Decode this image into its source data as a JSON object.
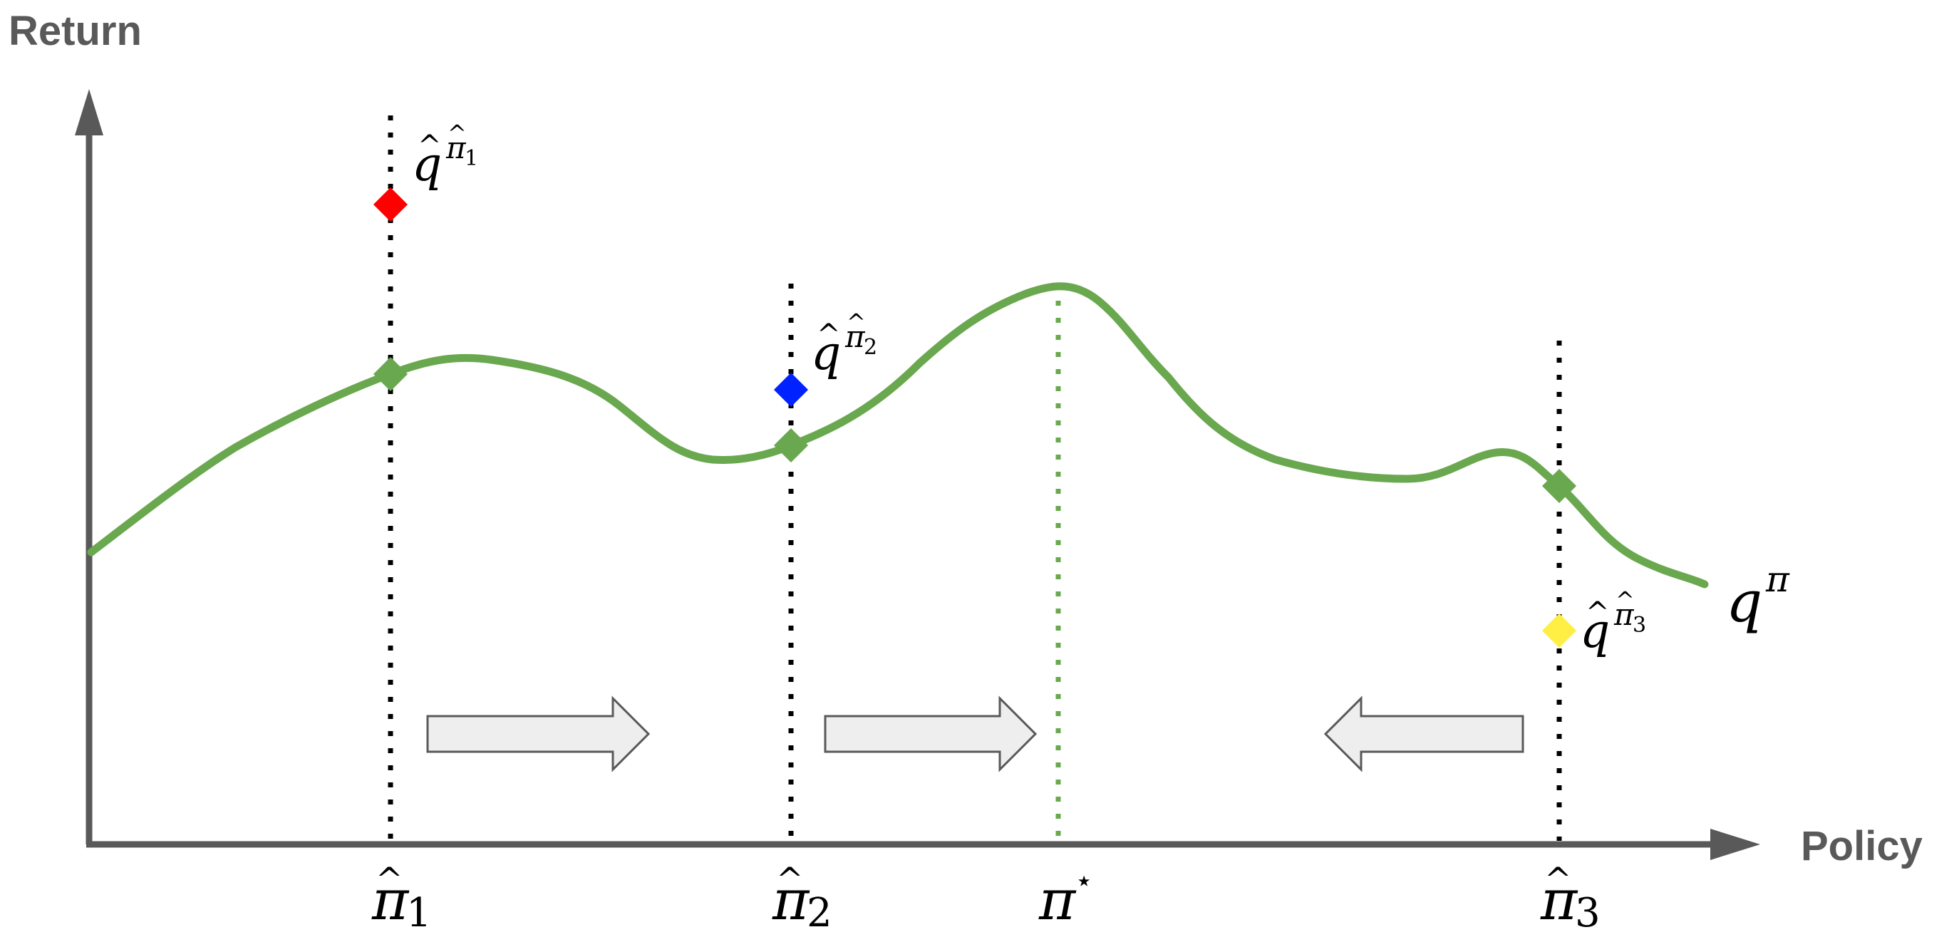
{
  "axes": {
    "y_label": "Return",
    "x_label": "Policy"
  },
  "curve": {
    "label": "q",
    "label_sup": "π",
    "color": "#6aa84f"
  },
  "policies": [
    {
      "id": "pi1",
      "base": "π",
      "sub": "1",
      "hat": true,
      "line_color": "#000000",
      "estimate": {
        "base": "q",
        "sup": "π",
        "sup_sub": "1",
        "color": "#ff0000"
      }
    },
    {
      "id": "pi2",
      "base": "π",
      "sub": "2",
      "hat": true,
      "line_color": "#000000",
      "estimate": {
        "base": "q",
        "sup": "π",
        "sup_sub": "2",
        "color": "#0022ff"
      }
    },
    {
      "id": "pistar",
      "base": "π",
      "sup": "⋆",
      "hat": false,
      "line_color": "#6aa84f"
    },
    {
      "id": "pi3",
      "base": "π",
      "sub": "3",
      "hat": true,
      "line_color": "#000000",
      "estimate": {
        "base": "q",
        "sup": "π",
        "sup_sub": "3",
        "color": "#ffee44"
      }
    }
  ],
  "arrows": [
    {
      "direction": "right",
      "fill": "#eeeeee",
      "stroke": "#595959"
    },
    {
      "direction": "right",
      "fill": "#eeeeee",
      "stroke": "#595959"
    },
    {
      "direction": "left",
      "fill": "#eeeeee",
      "stroke": "#595959"
    }
  ],
  "colors": {
    "axis": "#595959",
    "curve": "#6aa84f",
    "true_value_marker": "#6aa84f"
  }
}
